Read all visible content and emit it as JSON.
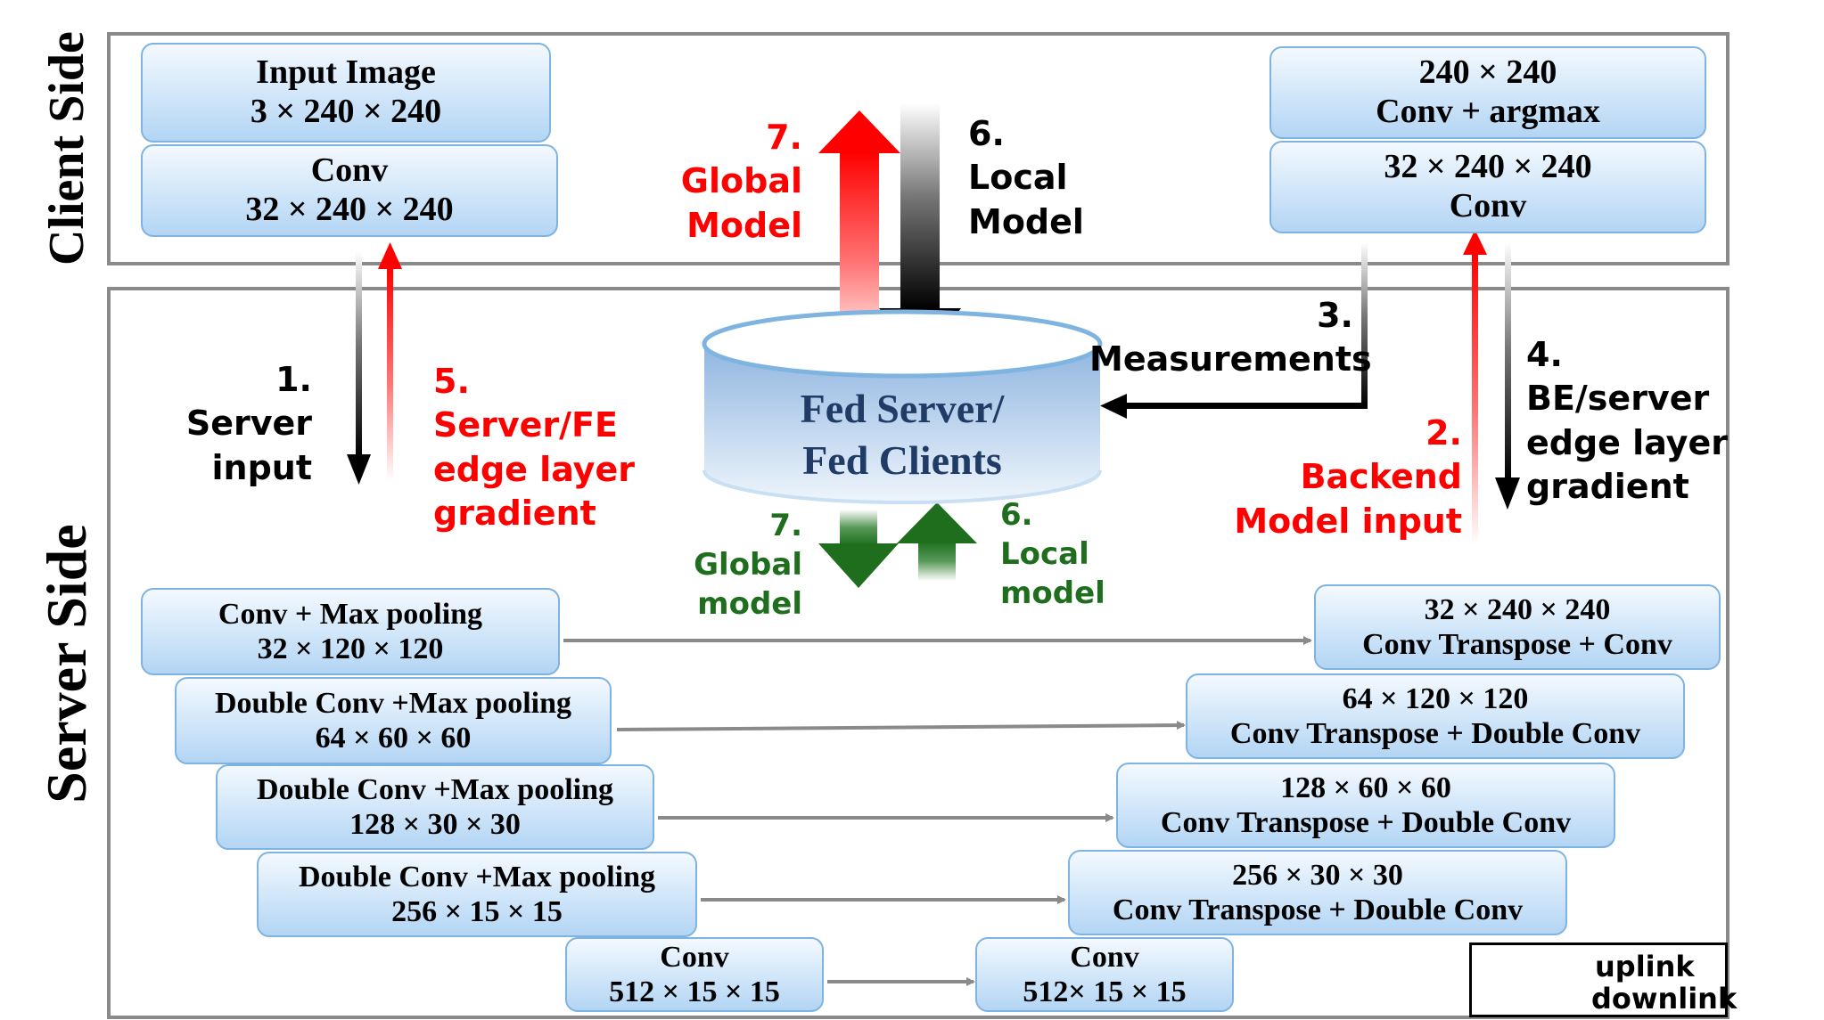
{
  "sides": {
    "client": "Client Side",
    "server": "Server Side"
  },
  "client_boxes": {
    "input_image": [
      "Input Image",
      "3 × 240 × 240"
    ],
    "conv_in": [
      "Conv",
      "32 × 240 × 240"
    ],
    "out_argmax": [
      "240 × 240",
      "Conv + argmax"
    ],
    "out_conv": [
      "32 × 240 × 240",
      "Conv"
    ]
  },
  "server": {
    "encoder": [
      [
        "Conv + Max pooling",
        "32 × 120 × 120"
      ],
      [
        "Double Conv +Max pooling",
        "64 × 60 × 60"
      ],
      [
        "Double Conv +Max pooling",
        "128 × 30 × 30"
      ],
      [
        "Double Conv +Max pooling",
        "256 × 15 × 15"
      ],
      [
        "Conv",
        "512 × 15 × 15"
      ]
    ],
    "decoder": [
      [
        "32 × 240 × 240",
        "Conv Transpose + Conv"
      ],
      [
        "64 × 120 × 120",
        "Conv Transpose + Double Conv"
      ],
      [
        "128 × 60 × 60",
        "Conv Transpose + Double Conv"
      ],
      [
        "256 × 30 × 30",
        "Conv Transpose + Double Conv"
      ],
      [
        "Conv",
        "512× 15 × 15"
      ]
    ]
  },
  "fed_server": [
    "Fed Server/",
    "Fed Clients"
  ],
  "steps": {
    "s1": [
      "1.",
      "Server",
      "input"
    ],
    "s2": [
      "2.",
      "Backend",
      "Model input"
    ],
    "s3": [
      "3.",
      "Measurements"
    ],
    "s4": [
      "4.",
      "BE/server",
      "edge layer",
      "gradient"
    ],
    "s5": [
      "5.",
      "Server/FE",
      "edge layer",
      "gradient"
    ],
    "s6_top": [
      "6.",
      "Local",
      "Model"
    ],
    "s7_top": [
      "7.",
      "Global",
      "Model"
    ],
    "s6_bottom": [
      "6.",
      "Local",
      "model"
    ],
    "s7_bottom": [
      "7.",
      "Global",
      "model"
    ]
  },
  "legend": {
    "uplink": "uplink",
    "downlink": "downlink"
  },
  "colors": {
    "uplink": "#000000",
    "downlink": "#ff0000",
    "fed": "#1e6e1e",
    "box_border": "#7fb3e0",
    "frame": "#8a8a8a"
  }
}
